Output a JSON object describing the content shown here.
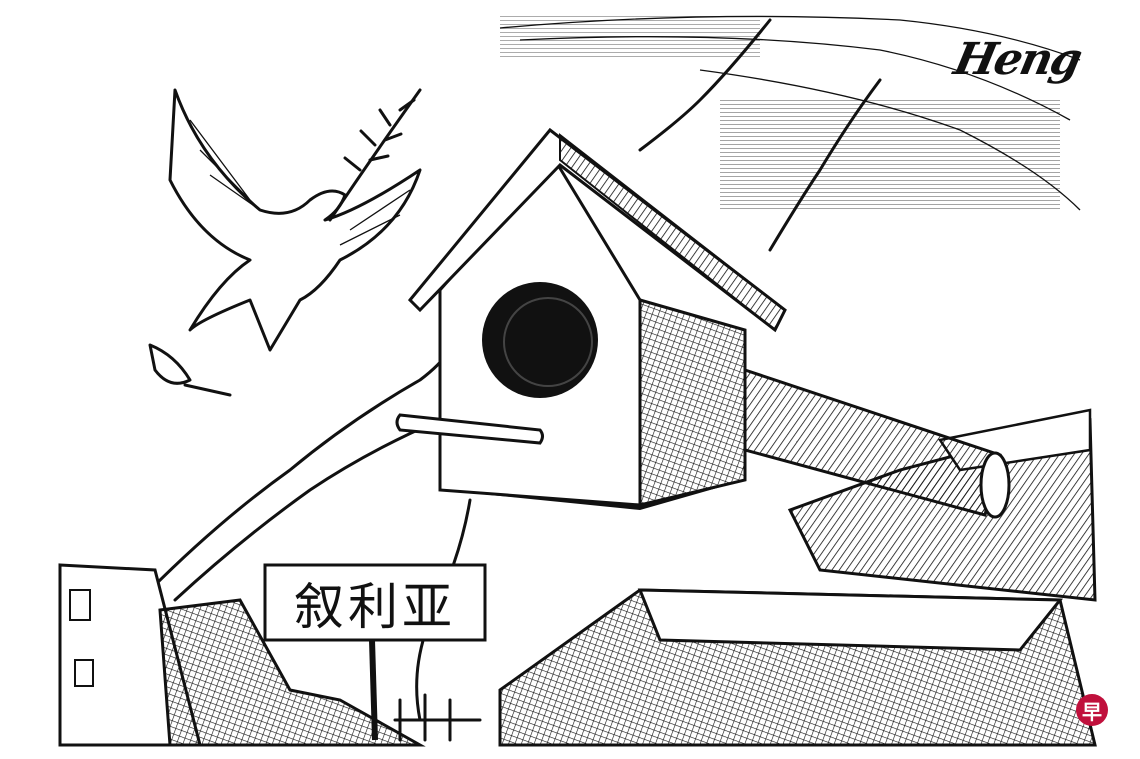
{
  "cartoon": {
    "sign_text": "叙利亚",
    "signature": "Heng",
    "publisher_logo": "早",
    "colors": {
      "ink": "#111111",
      "logo": "#c0103c",
      "background": "#ffffff"
    }
  }
}
